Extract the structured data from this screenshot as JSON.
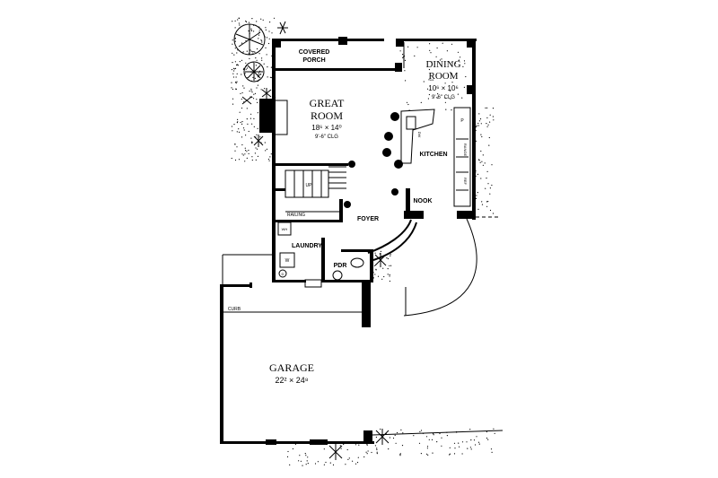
{
  "plan": {
    "rooms": {
      "covered_porch": [
        "COVERED",
        "PORCH"
      ],
      "dining": {
        "name": [
          "DINING",
          "ROOM"
        ],
        "dims": "10⁶ × 10⁶",
        "ceiling": "9'-6\" CLG"
      },
      "great": {
        "name": [
          "GREAT",
          "ROOM"
        ],
        "dims": "18⁶ × 14⁰",
        "ceiling": "9'-6\" CLG"
      },
      "kitchen": "KITCHEN",
      "nook": "NOOK",
      "foyer": "FOYER",
      "laundry": "LAUNDRY",
      "pdr": "PDR",
      "railing": "RAILING",
      "curb": "CURB",
      "garage": {
        "name": "GARAGE",
        "dims": "22² × 24⁸"
      }
    },
    "fixtures": {
      "range": "RANGE",
      "ref": "REF",
      "pantry": "P",
      "dishwasher": "DW",
      "washer": "W",
      "dryer": "D",
      "water_heater": "WH",
      "stair_up": "UP"
    }
  }
}
